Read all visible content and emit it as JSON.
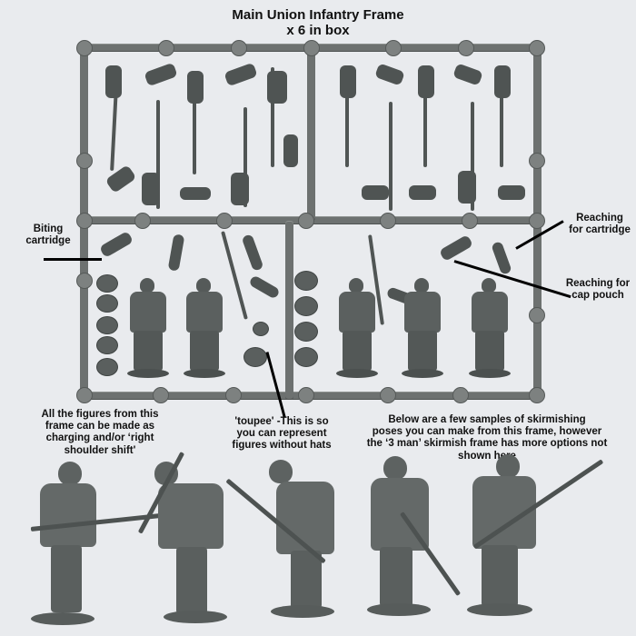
{
  "title": {
    "line1": "Main Union Infantry Frame",
    "line2": "x 6 in box"
  },
  "annotations": {
    "biting_cartridge": {
      "line1": "Biting",
      "line2": "cartridge"
    },
    "reaching_cartridge": {
      "line1": "Reaching",
      "line2": "for cartridge"
    },
    "reaching_cap_pouch": {
      "line1": "Reaching for",
      "line2": "cap pouch"
    },
    "charging": {
      "line1": "All the figures from this",
      "line2": "frame can be made as",
      "line3": "charging and/or ‘right",
      "line4": "shoulder shift'"
    },
    "toupee": {
      "line1": "'toupee' -This is so",
      "line2": "you can represent",
      "line3": "figures without hats"
    },
    "skirmish": {
      "line1": "Below are a few samples of skirmishing",
      "line2": "poses you can make from this frame, however",
      "line3": "the ‘3 man’ skirmish frame has more options not",
      "line4": "shown here"
    }
  },
  "colors": {
    "background": "#e9ebee",
    "plastic": "#6d7170",
    "text": "#111111"
  }
}
